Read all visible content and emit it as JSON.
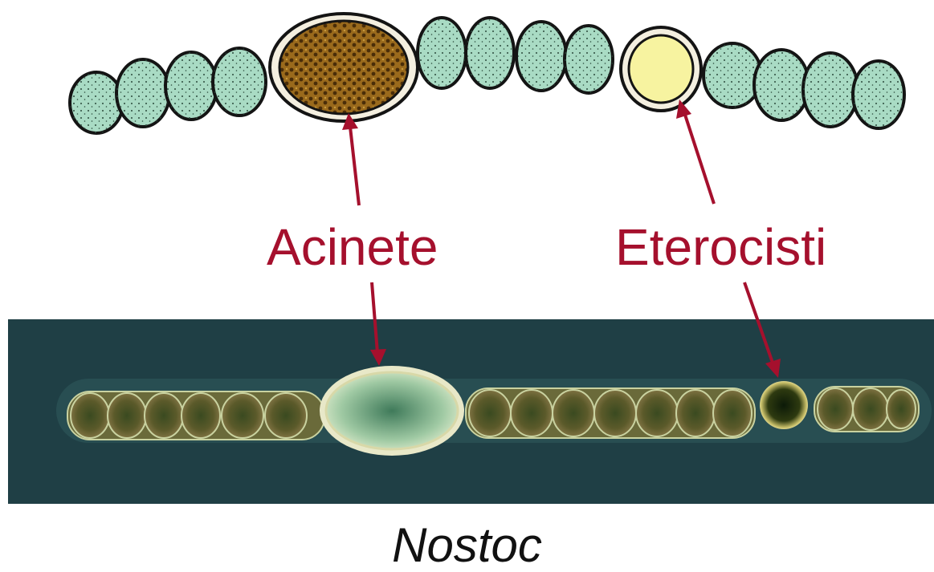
{
  "labels": {
    "acinete": "Acinete",
    "eterocisti": "Eterocisti"
  },
  "caption": "Nostoc",
  "colors": {
    "label": "#a5102d",
    "vegetative_cell": "#a9dbc4",
    "acinete_drawing": "#9a6a1c",
    "heterocyst_drawing": "#f7f3a0",
    "micrograph_background": "#1f3f45"
  }
}
